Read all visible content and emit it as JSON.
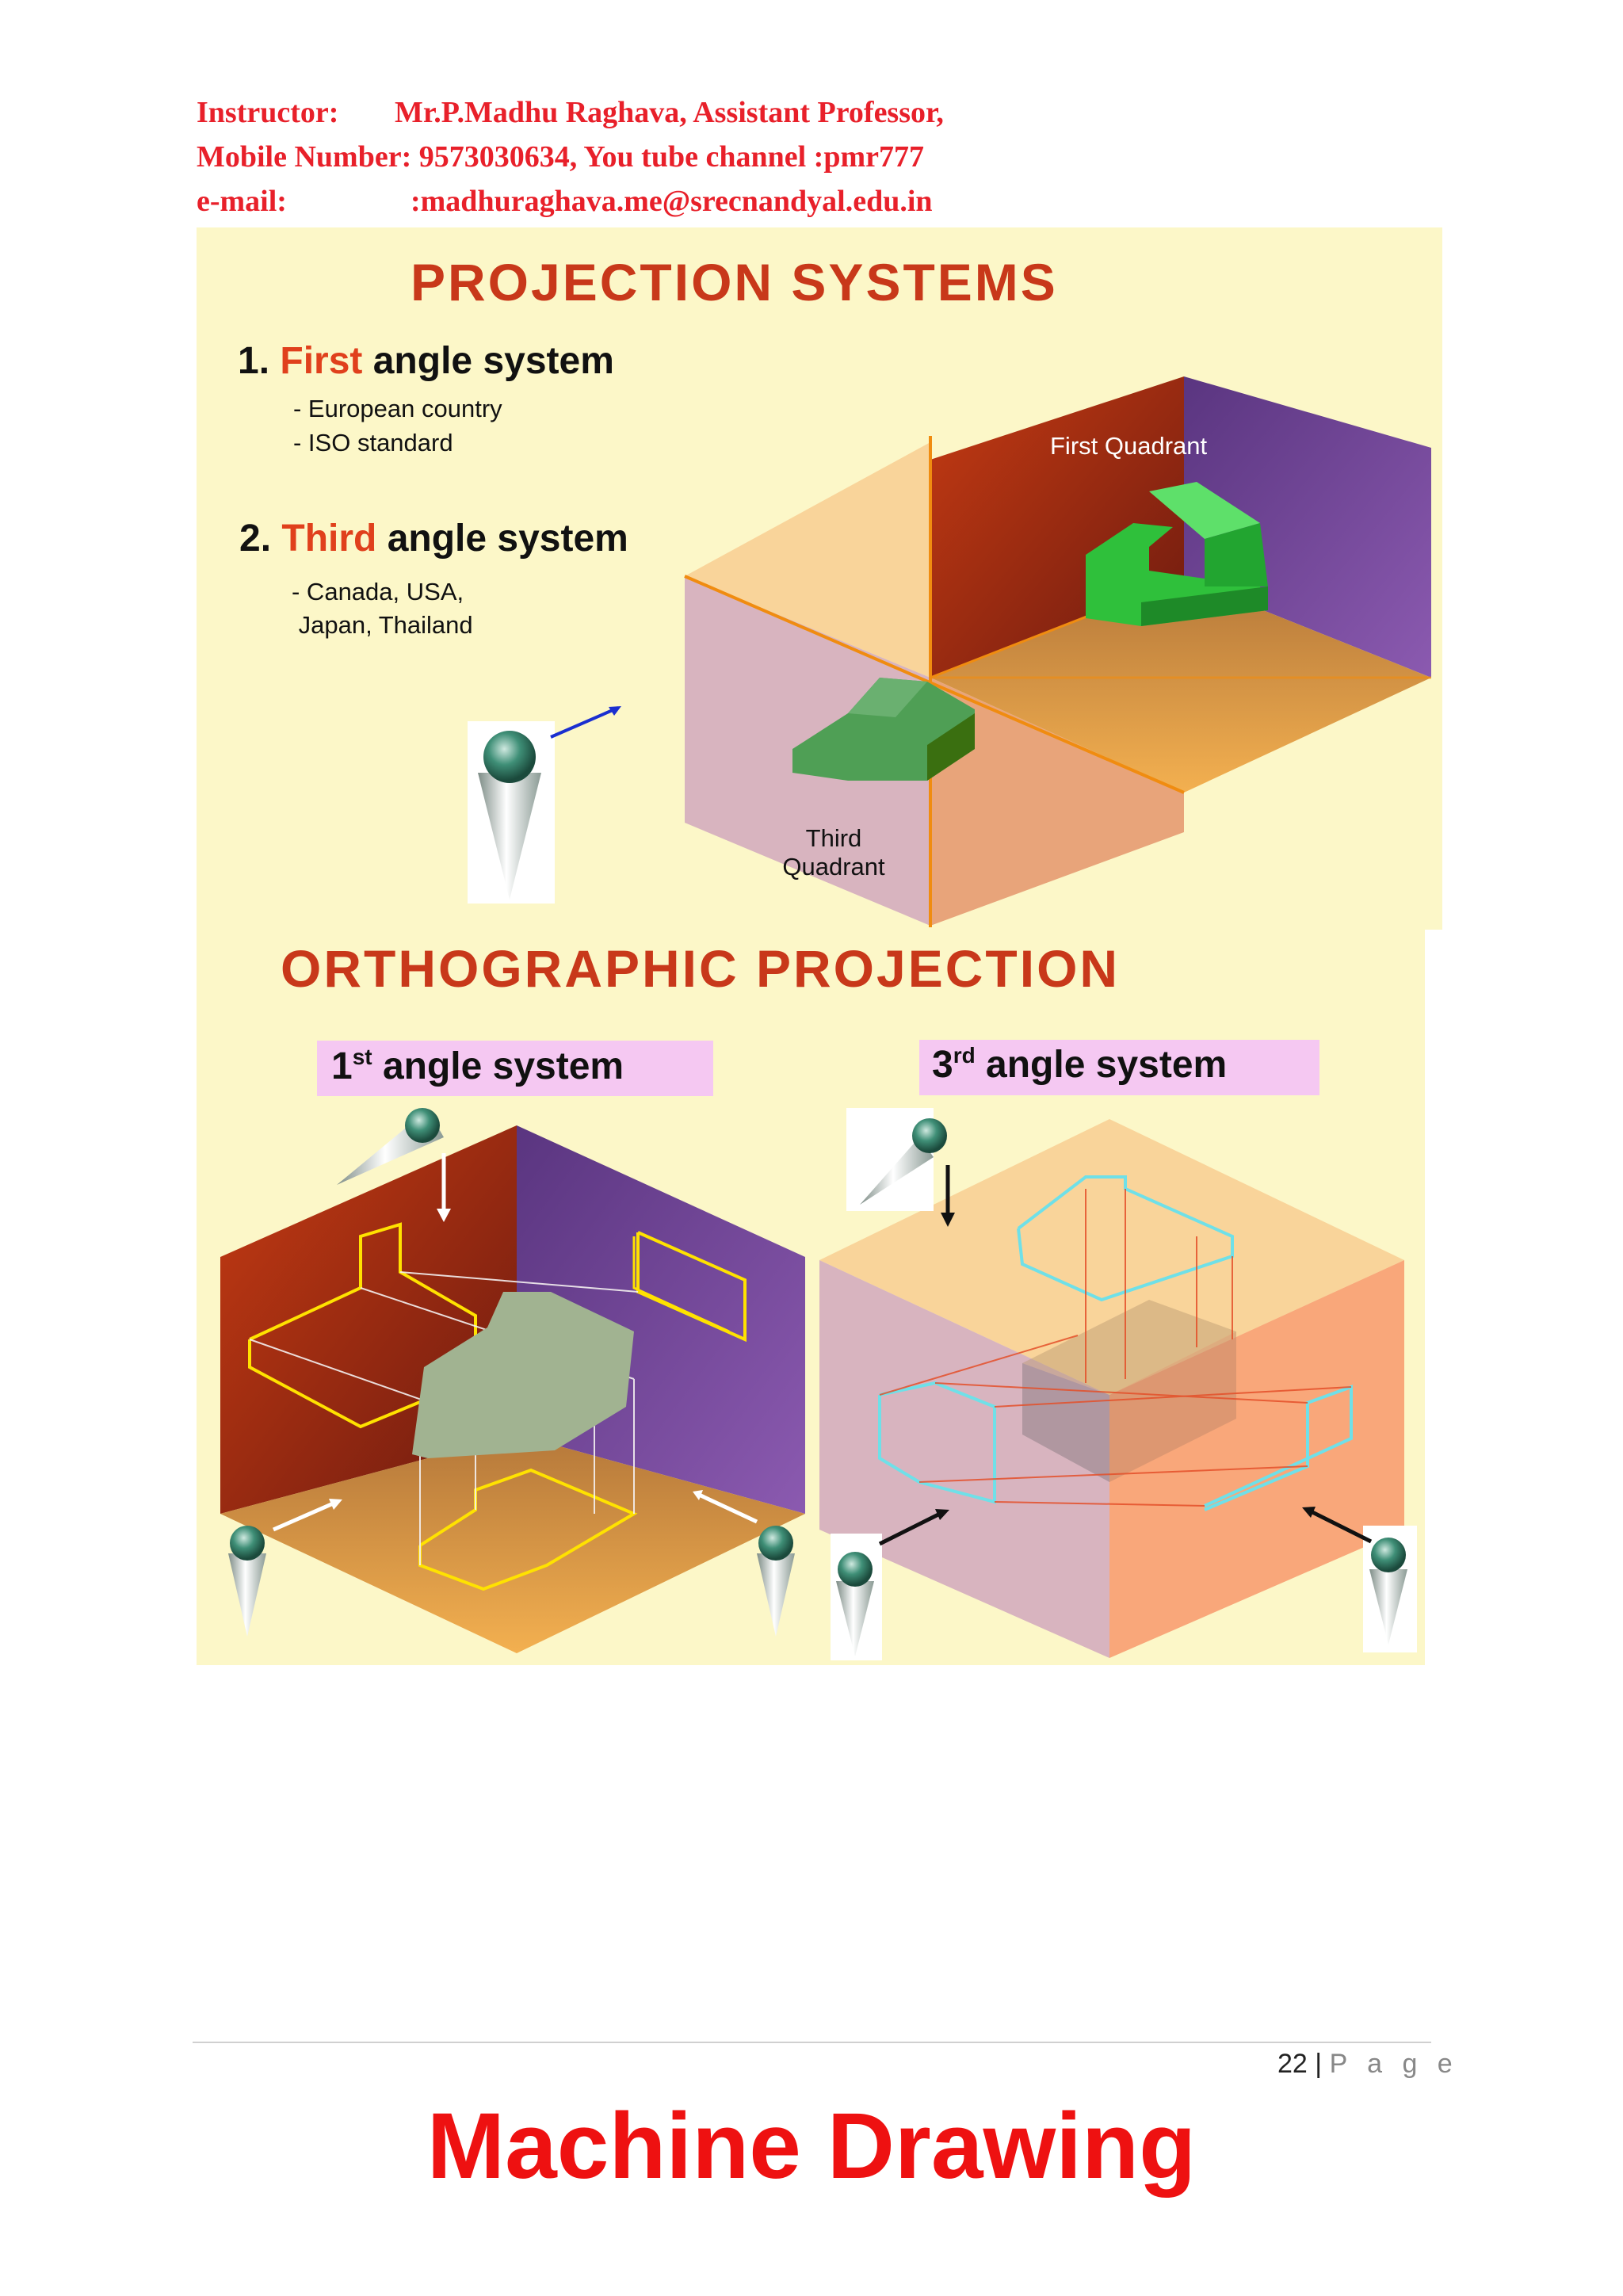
{
  "header": {
    "instructor_label": "Instructor:",
    "instructor_value": "Mr.P.Madhu Raghava, Assistant Professor,",
    "mobile_line": "Mobile Number: 9573030634, You tube channel :pmr777",
    "email_label": "e-mail:",
    "email_value": ":madhuraghava.me@srecnandyal.edu.in"
  },
  "projection_systems": {
    "title": "PROJECTION  SYSTEMS",
    "first": {
      "number": "1.",
      "accent": "First",
      "rest": "angle system",
      "bullets": [
        "- European country",
        "- ISO standard"
      ]
    },
    "third": {
      "number": "2.",
      "accent": "Third",
      "rest": "angle system",
      "bullets": [
        "- Canada, USA,",
        " Japan, Thailand"
      ]
    },
    "first_quadrant_label": "First Quadrant",
    "third_quadrant_label_1": "Third",
    "third_quadrant_label_2": "Quadrant"
  },
  "orthographic": {
    "title": "ORTHOGRAPHIC   PROJECTION",
    "first_chip": {
      "num": "1",
      "sup": "st",
      "rest": " angle system"
    },
    "third_chip": {
      "num": "3",
      "sup": "rd",
      "rest": " angle system"
    }
  },
  "colors": {
    "header_red": "#e8202a",
    "title_orange": "#c8381a",
    "panel_bg": "#fcf7c8",
    "footer_red": "#ee1111"
  },
  "page": {
    "number": "22",
    "separator": "|",
    "label": "P a g e"
  },
  "footer_title": "Machine Drawing"
}
